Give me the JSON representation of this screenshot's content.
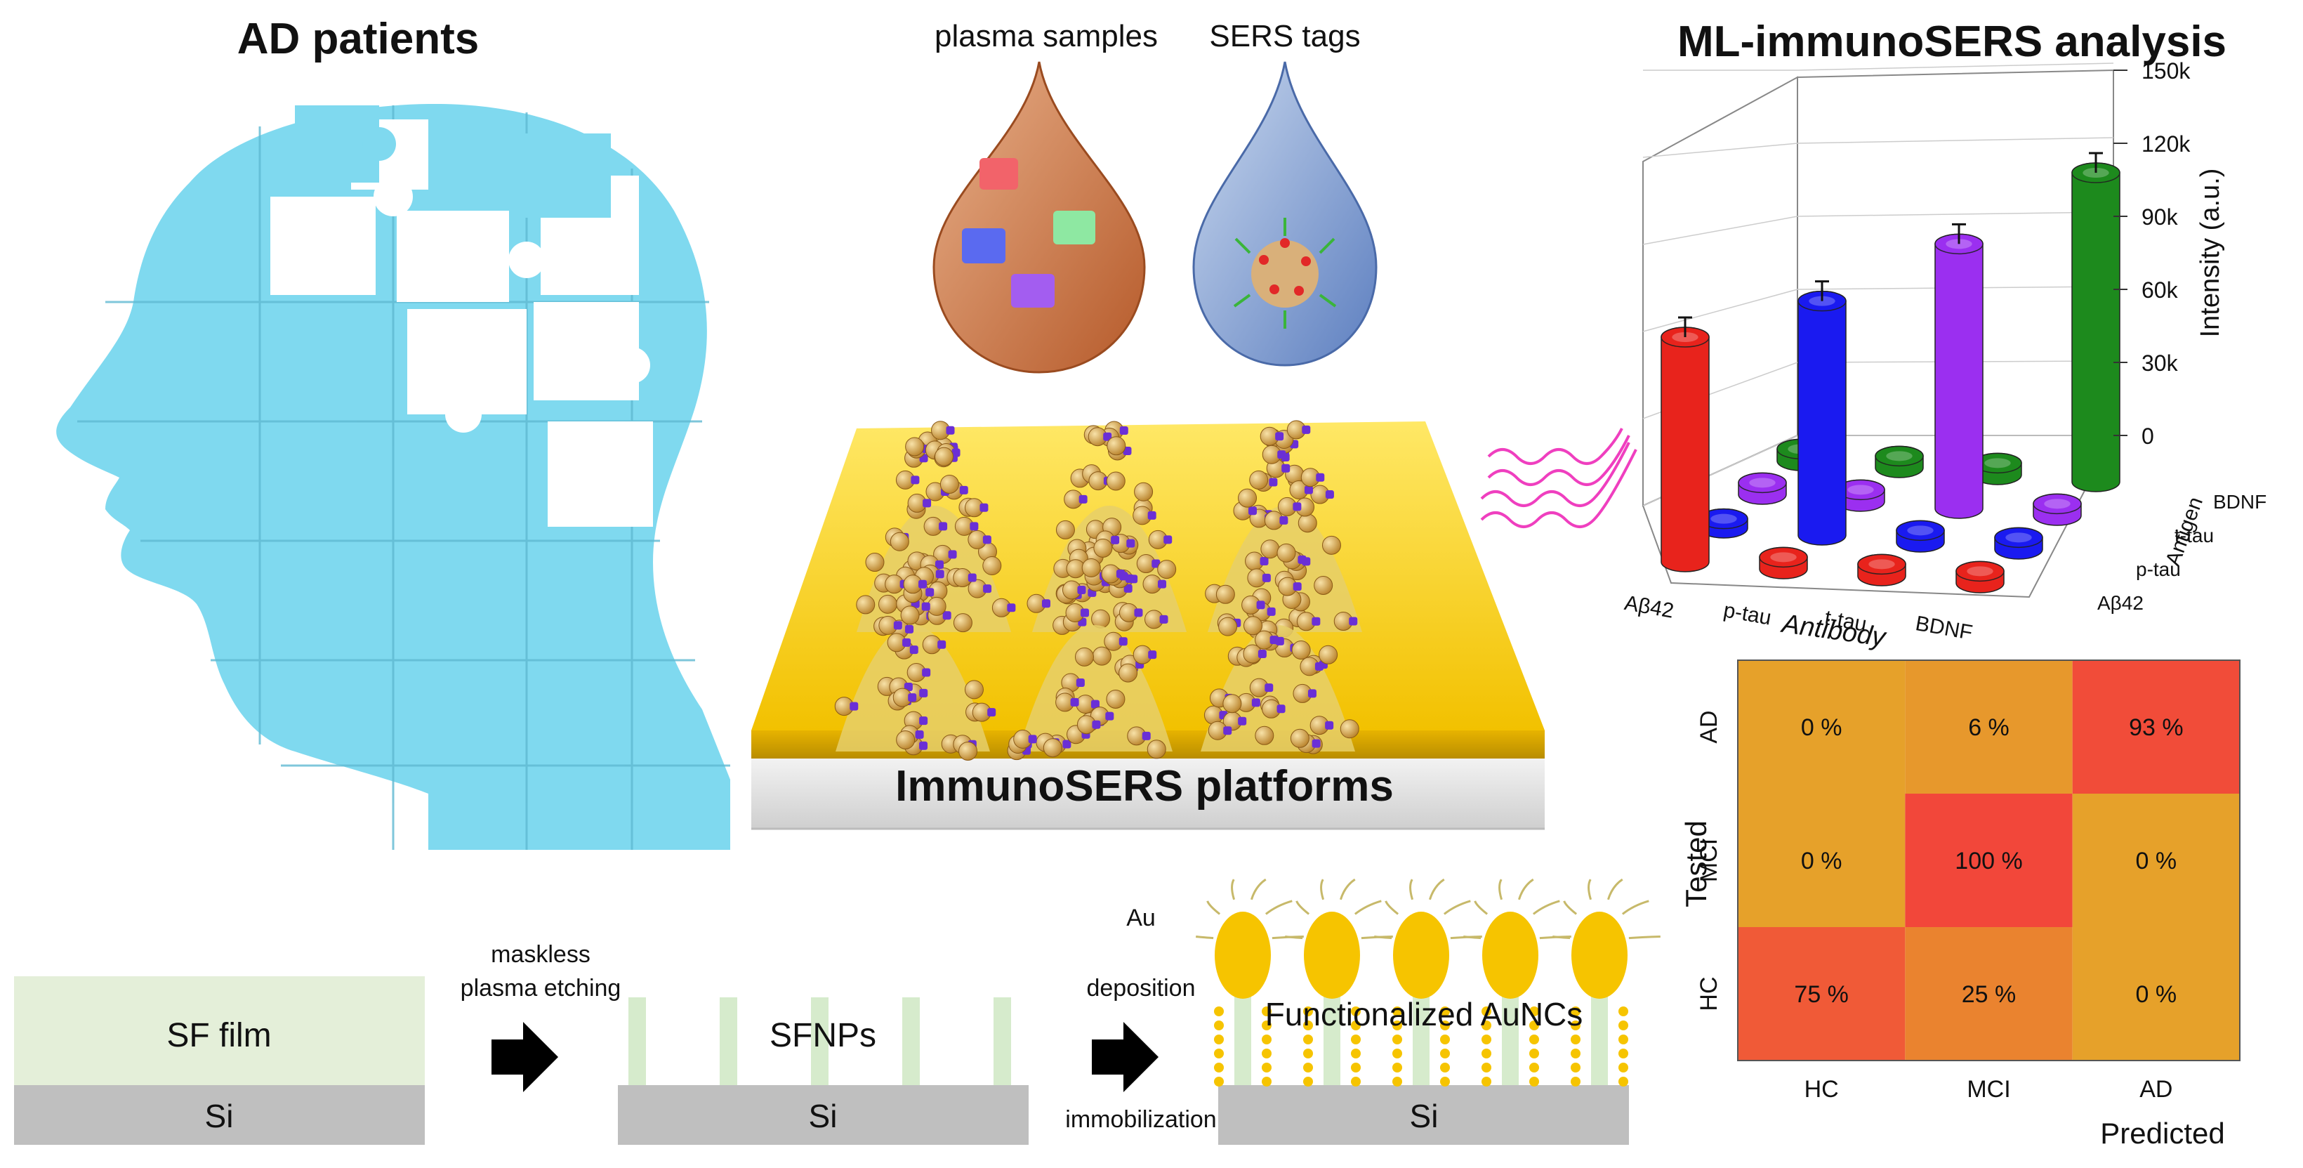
{
  "titles": {
    "left": "AD patients",
    "right": "ML-immunoSERS analysis",
    "platform": "ImmunoSERS platforms"
  },
  "drops": {
    "plasma": "plasma samples",
    "sers": "SERS tags"
  },
  "fabrication": {
    "sf_film": "SF film",
    "substrate": "Si",
    "step1": [
      "maskless",
      "plasma etching"
    ],
    "sfnps": "SFNPs",
    "step2a": [
      "Au",
      "deposition"
    ],
    "step2b": "immobilization",
    "aunc": "Functionalized AuNCs"
  },
  "chart_data": [
    {
      "type": "bar3d",
      "z_axis_label": "Intensity (a.u.)",
      "z_ticks": [
        "0",
        "30k",
        "60k",
        "90k",
        "120k",
        "150k"
      ],
      "zlim": [
        0,
        150000
      ],
      "x_axis_label": "Antibody",
      "x_categories": [
        "Aβ42",
        "p-tau",
        "t-tau",
        "BDNF"
      ],
      "y_axis_label": "Antigen",
      "y_categories": [
        "Aβ42",
        "p-tau",
        "t-tau",
        "BDNF"
      ],
      "colors": [
        "#e8231c",
        "#1a1af0",
        "#9b2ff0",
        "#1d8a1d"
      ],
      "grid": true,
      "values": [
        [
          96000,
          5000,
          5000,
          5000
        ],
        [
          4000,
          100000,
          5000,
          5000
        ],
        [
          5000,
          5000,
          113000,
          5000
        ],
        [
          5000,
          5000,
          5000,
          132000
        ]
      ]
    },
    {
      "type": "heatmap",
      "xlabel": "Predicted",
      "ylabel": "Tested",
      "x_categories": [
        "HC",
        "MCI",
        "AD"
      ],
      "y_categories": [
        "AD",
        "MCI",
        "HC"
      ],
      "cells": [
        [
          "0 %",
          "6 %",
          "93 %"
        ],
        [
          "0 %",
          "100 %",
          "0 %"
        ],
        [
          "75 %",
          "25 %",
          "0 %"
        ]
      ],
      "values": [
        [
          0,
          6,
          93
        ],
        [
          0,
          100,
          0
        ],
        [
          75,
          25,
          0
        ]
      ],
      "colors": {
        "low": "#e6a12a",
        "high": "#f2473a"
      }
    }
  ]
}
